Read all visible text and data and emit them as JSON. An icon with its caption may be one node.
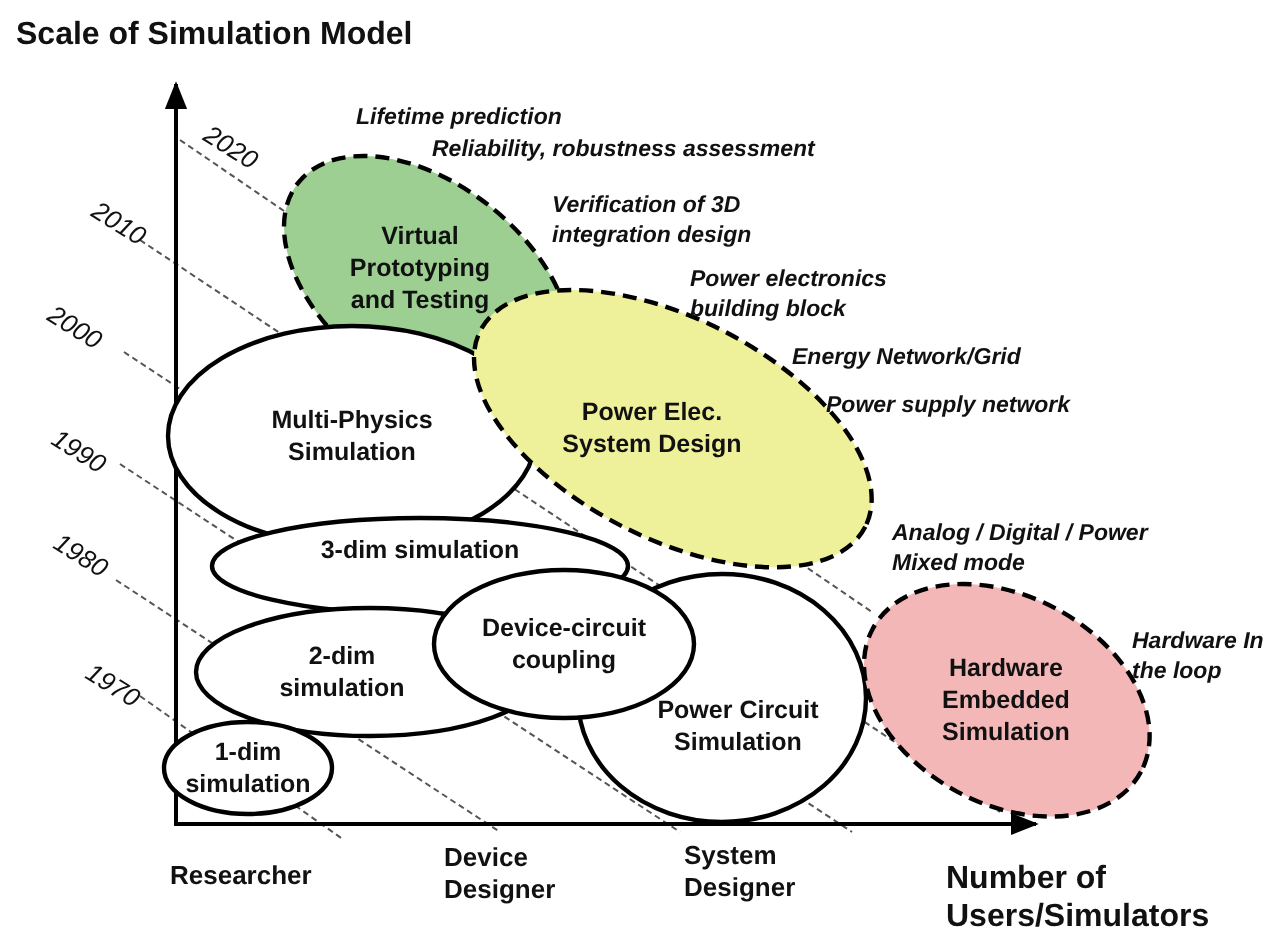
{
  "diagram": {
    "nodes": [
      {
        "text": [
          "Virtual Prototyping and Testing"
        ]
      },
      {
        "text": [
          "Multi-Physics Simulation"
        ]
      },
      {
        "text": [
          "Power Elec. System Design"
        ]
      },
      {
        "text": [
          "3-dim simulation"
        ]
      },
      {
        "text": [
          "2-dim simulation"
        ]
      },
      {
        "text": [
          "Device-circuit coupling"
        ]
      },
      {
        "text": [
          "Power Circuit Simulation"
        ]
      },
      {
        "text": [
          "Hardware Embedded Simulation"
        ]
      },
      {
        "text": [
          "1-dim simulation"
        ]
      }
    ],
    "edges": [],
    "labels": [
      "Scale of Simulation Model",
      "2020",
      "Lifetime prediction",
      "Reliability, robustness assessment",
      "2010",
      "Verification of 3D integration design",
      "2000",
      "Power electronics building block",
      "Energy Network/Grid",
      "Power supply network",
      "1990",
      "1980",
      "Analog / Digital / Power Mixed mode",
      "Hardware In the loop",
      "1970",
      "Researcher",
      "Device Designer",
      "System Designer",
      "Number of Users/Simulators"
    ]
  }
}
